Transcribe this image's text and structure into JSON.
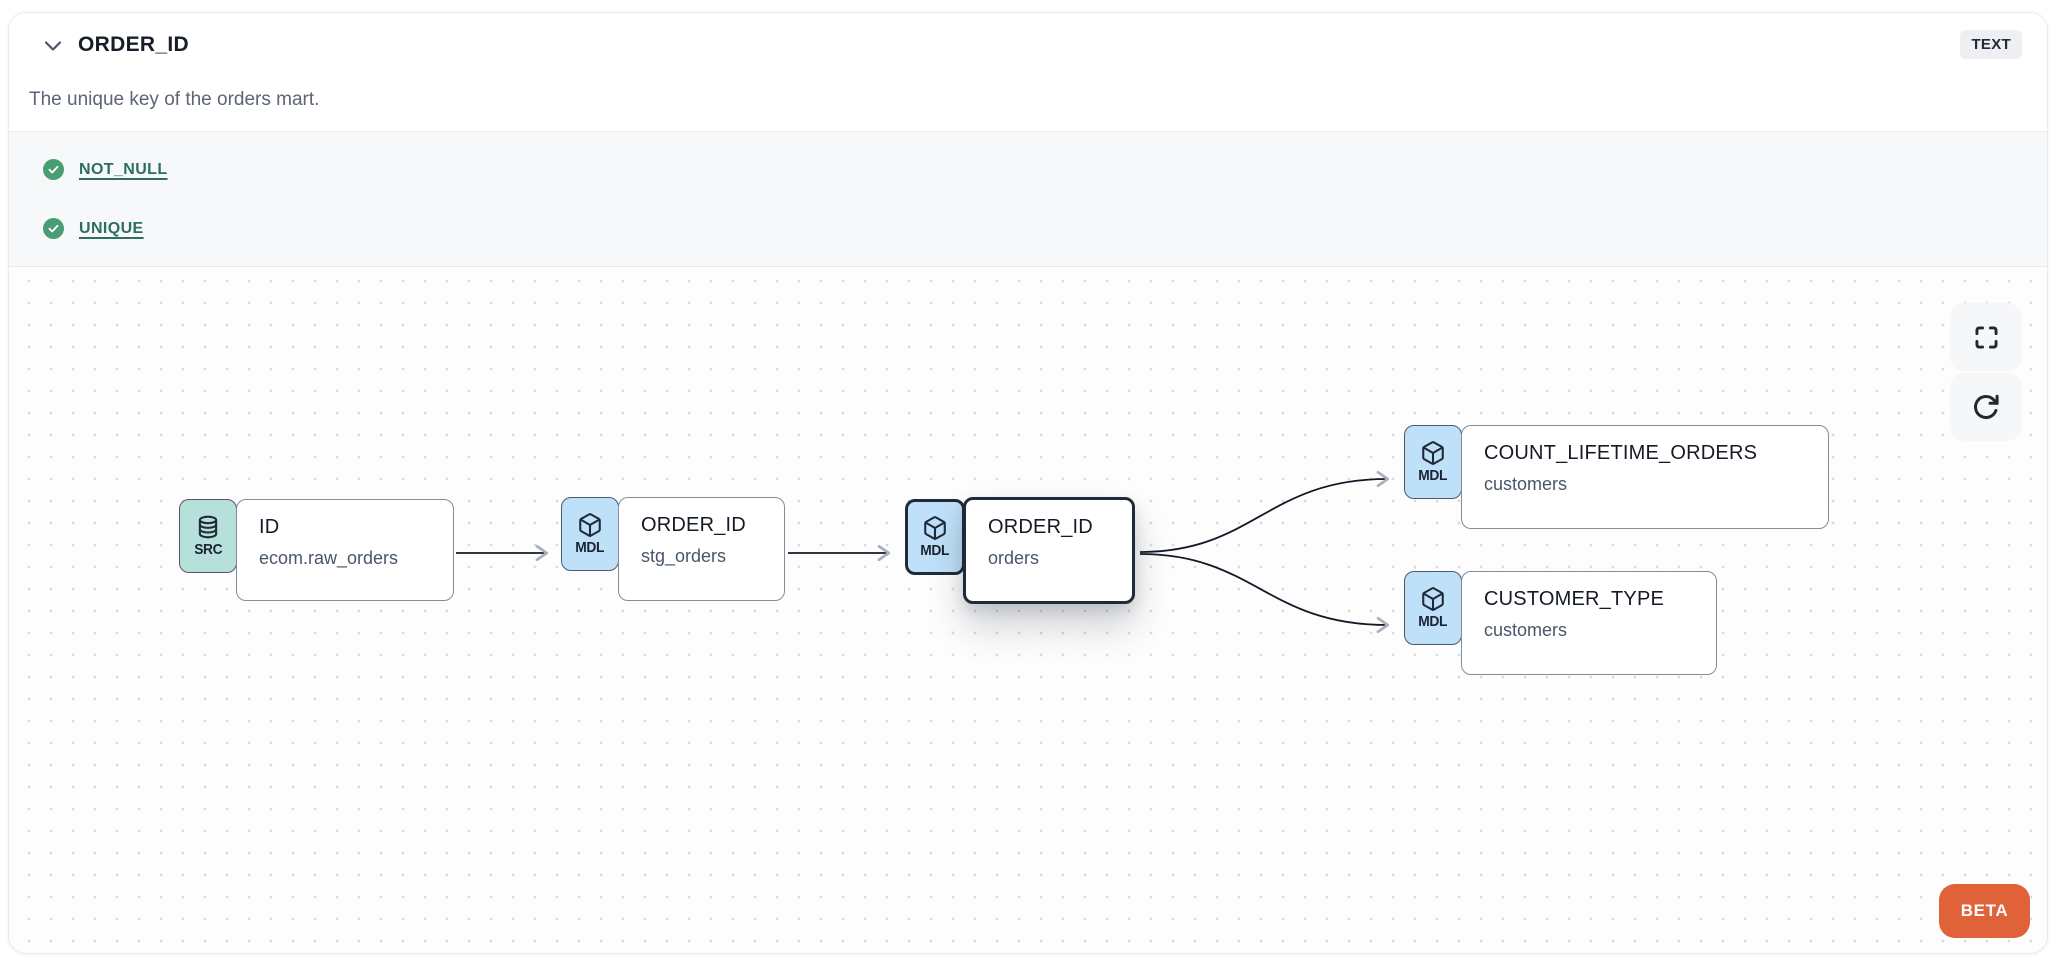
{
  "header": {
    "title": "ORDER_ID",
    "type_badge": "TEXT",
    "description": "The unique key of the orders mart."
  },
  "tests": [
    {
      "label": "NOT_NULL",
      "status": "pass"
    },
    {
      "label": "UNIQUE",
      "status": "pass"
    }
  ],
  "lineage": {
    "nodes": [
      {
        "badge": "SRC",
        "icon": "database-icon",
        "title": "ID",
        "subtitle": "ecom.raw_orders",
        "highlighted": false
      },
      {
        "badge": "MDL",
        "icon": "cube-icon",
        "title": "ORDER_ID",
        "subtitle": "stg_orders",
        "highlighted": false
      },
      {
        "badge": "MDL",
        "icon": "cube-icon",
        "title": "ORDER_ID",
        "subtitle": "orders",
        "highlighted": true
      },
      {
        "badge": "MDL",
        "icon": "cube-icon",
        "title": "COUNT_LIFETIME_ORDERS",
        "subtitle": "customers",
        "highlighted": false
      },
      {
        "badge": "MDL",
        "icon": "cube-icon",
        "title": "CUSTOMER_TYPE",
        "subtitle": "customers",
        "highlighted": false
      }
    ],
    "beta_label": "BETA"
  },
  "colors": {
    "pass_green": "#4a9c73",
    "test_link_teal": "#2e6e60",
    "src_badge_teal": "#b7e0db",
    "mdl_badge_blue": "#bee0f8",
    "beta_orange": "#df6239",
    "highlight_border": "#202a3a",
    "edge": "#121826"
  }
}
